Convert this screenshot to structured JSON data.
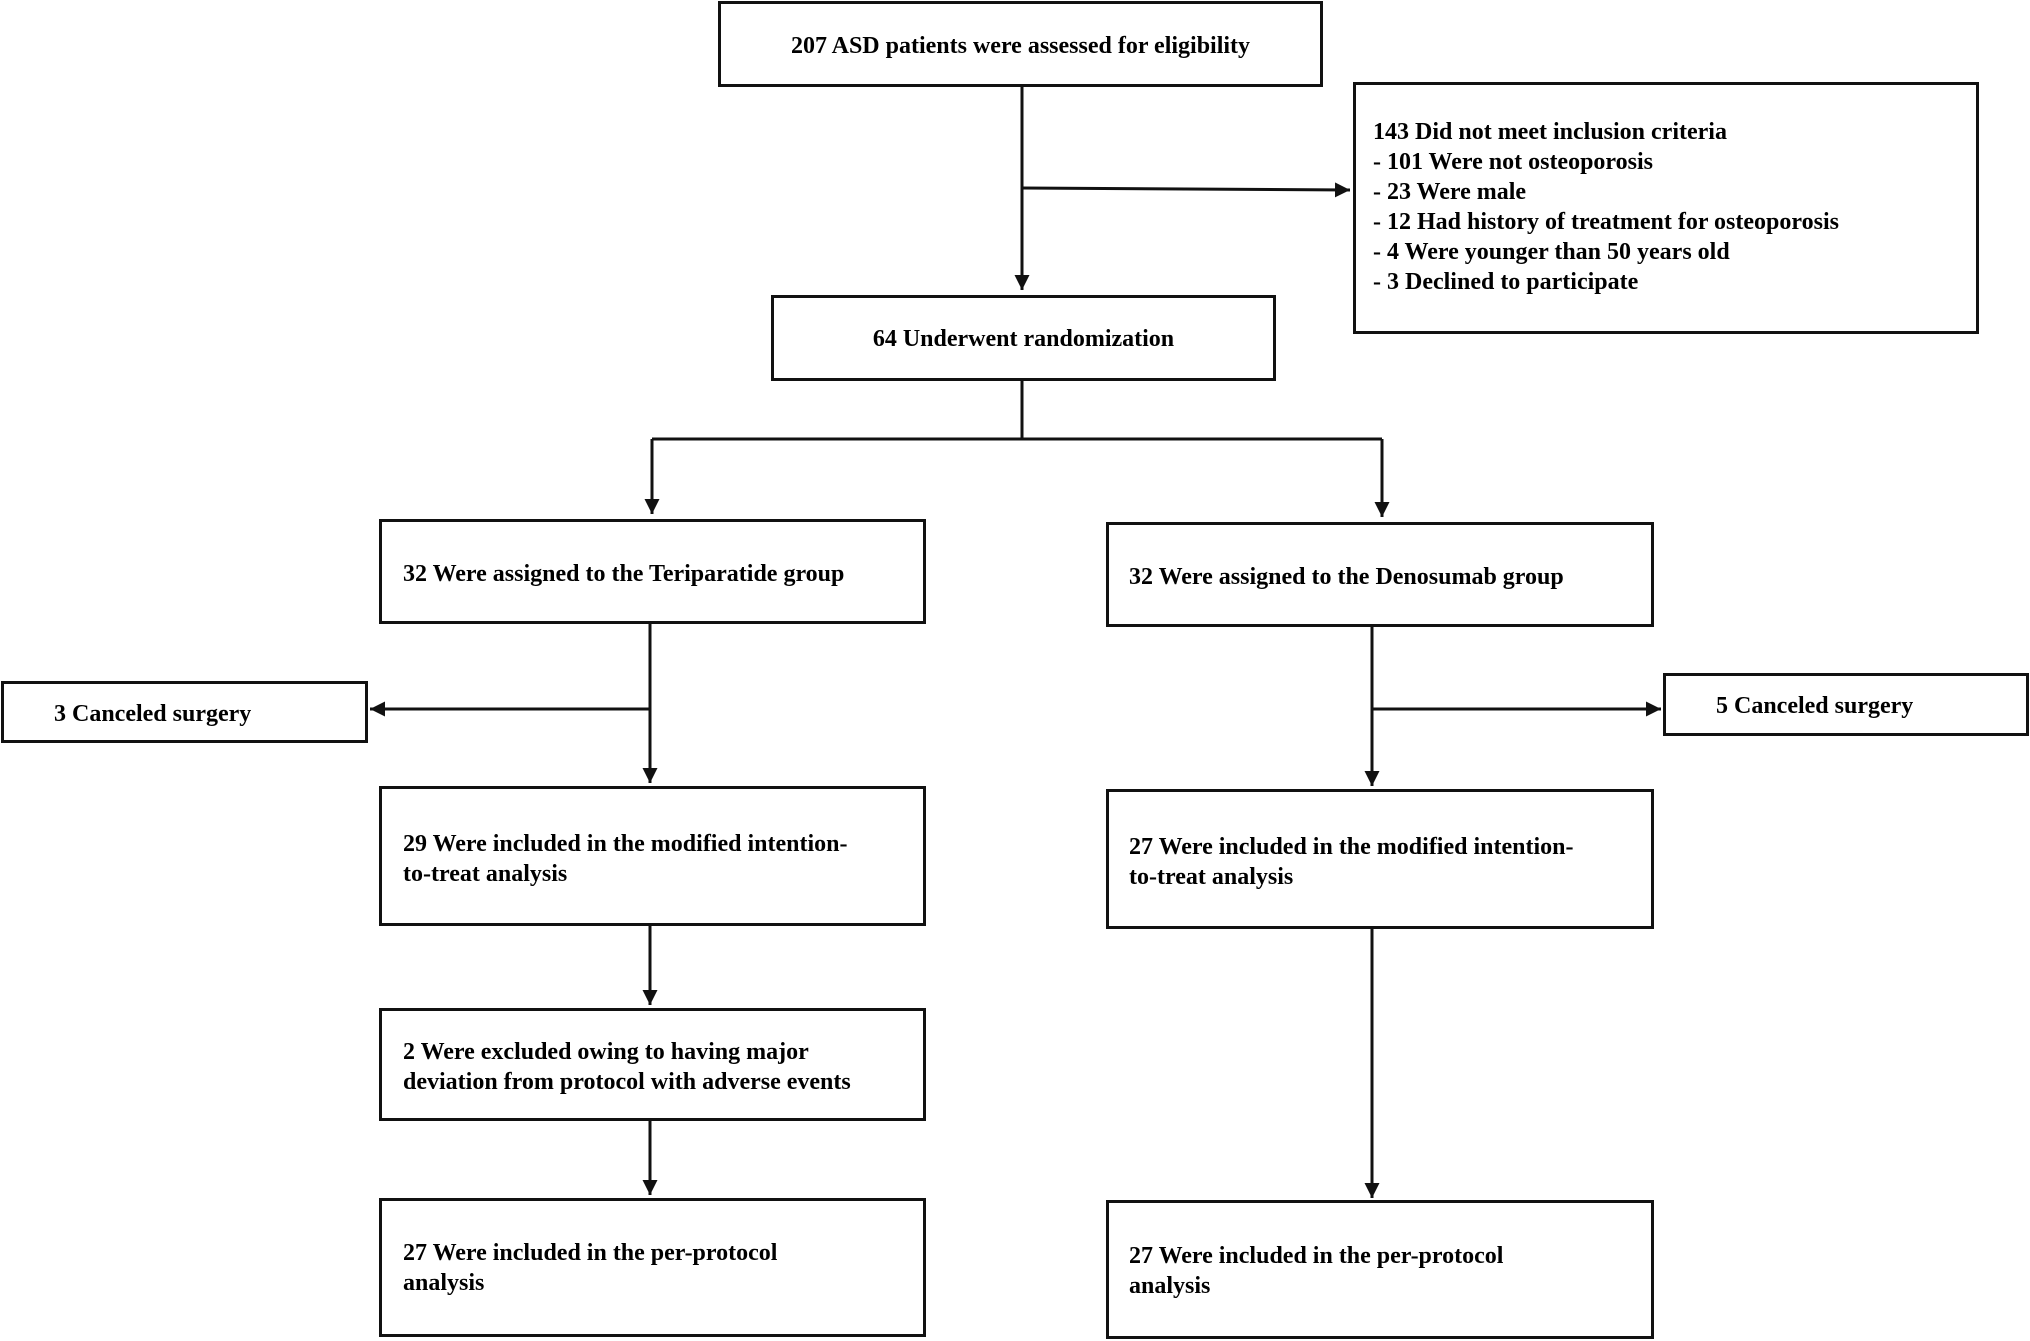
{
  "flowchart": {
    "assessed": "207 ASD patients were assessed for eligibility",
    "excluded": {
      "lines": [
        "143 Did not meet inclusion criteria",
        "- 101 Were not osteoporosis",
        "- 23 Were male",
        "- 12 Had history of treatment for osteoporosis",
        "- 4 Were younger than 50 years old",
        "- 3 Declined to participate"
      ]
    },
    "randomized": "64 Underwent randomization",
    "teriparatide": {
      "assigned": "32 Were assigned to the Teriparatide group",
      "canceled": "3 Canceled surgery",
      "mitt": [
        "29 Were included in the modified intention-",
        "to-treat analysis"
      ],
      "deviation": [
        "2 Were excluded owing to having major",
        "deviation from protocol with adverse events"
      ],
      "per_protocol": [
        "27 Were included in the per-protocol",
        "analysis"
      ]
    },
    "denosumab": {
      "assigned": "32 Were assigned to the Denosumab group",
      "canceled": "5 Canceled surgery",
      "mitt": [
        "27 Were included in the modified intention-",
        "to-treat analysis"
      ],
      "per_protocol": [
        "27 Were included in the per-protocol",
        "analysis"
      ]
    }
  }
}
